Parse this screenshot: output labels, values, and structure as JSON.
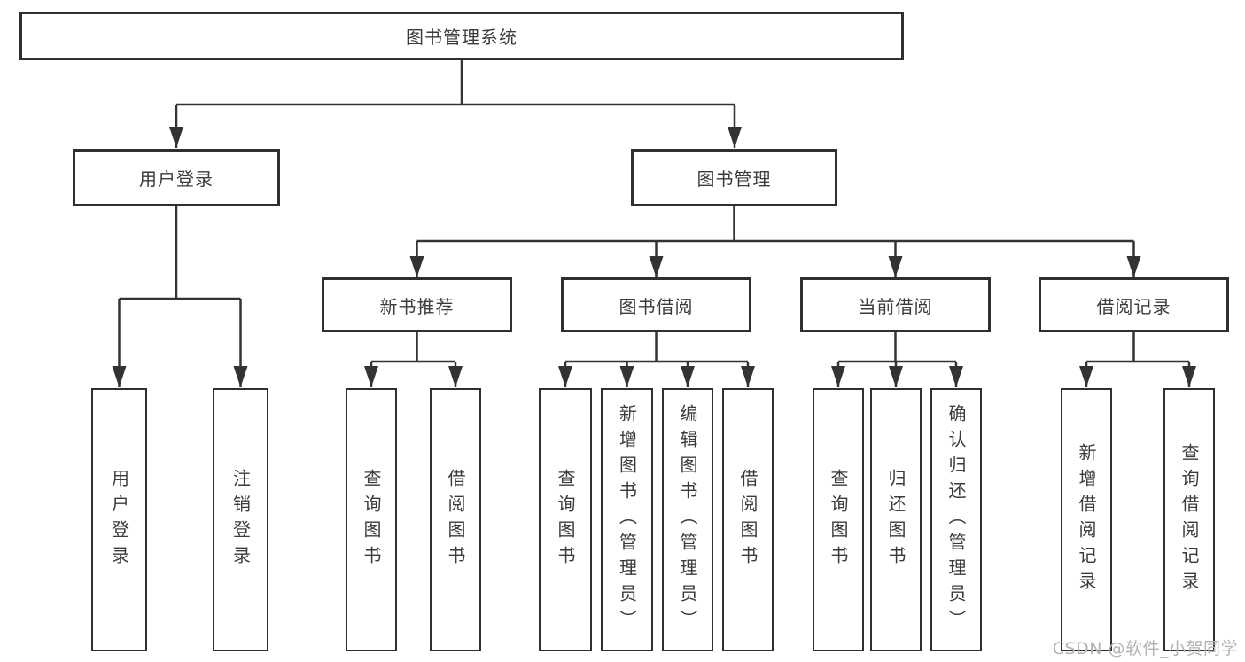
{
  "diagram": {
    "title": "图书管理系统",
    "root": {
      "label": "图书管理系统"
    },
    "level2": [
      {
        "label": "用户登录"
      },
      {
        "label": "图书管理"
      }
    ],
    "level3": [
      {
        "label": "新书推荐"
      },
      {
        "label": "图书借阅"
      },
      {
        "label": "当前借阅"
      },
      {
        "label": "借阅记录"
      }
    ],
    "leaves": {
      "user_login": [
        "用户登录",
        "注销登录"
      ],
      "new_book": [
        "查询图书",
        "借阅图书"
      ],
      "book_borrow": [
        "查询图书",
        "新增图书（管理员）",
        "编辑图书（管理员）",
        "借阅图书"
      ],
      "current_borrow": [
        "查询图书",
        "归还图书",
        "确认归还（管理员）"
      ],
      "borrow_record": [
        "新增借阅记录",
        "查询借阅记录"
      ]
    }
  },
  "watermark": "CSDN @软件_小贺同学",
  "colors": {
    "line": "#333333",
    "box_border": "#2f2f2f",
    "text": "#3b3b3b",
    "watermark": "#b3b3b3",
    "background": "#ffffff"
  }
}
